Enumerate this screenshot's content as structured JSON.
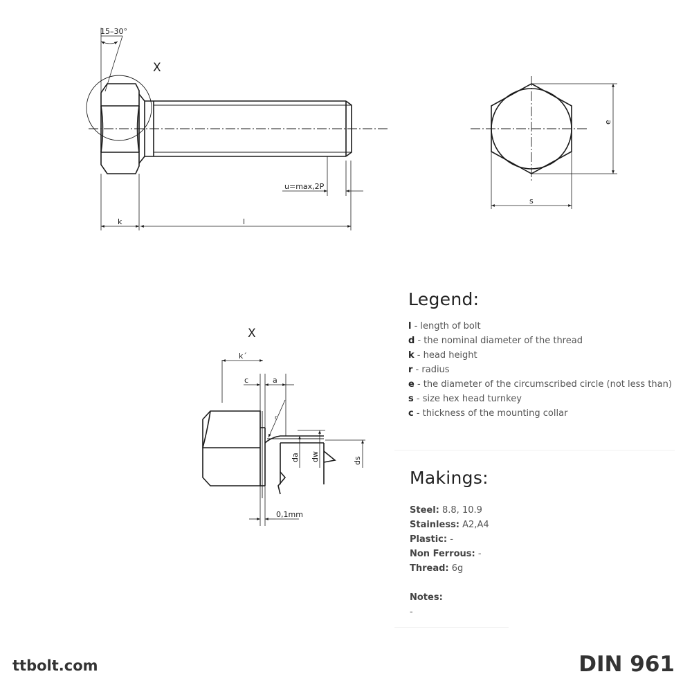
{
  "drawing": {
    "angle_label": "15–30°",
    "detail_marker": "X",
    "u_label": "u=max,2P",
    "k_label": "k",
    "l_label": "l",
    "s_label": "s",
    "e_label": "e",
    "detail_title": "X",
    "k_prime_label": "k´",
    "c_label": "c",
    "a_label": "a",
    "r_label": "r",
    "da_label": "da",
    "dw_label": "dw",
    "ds_label": "ds",
    "gap_label": "0,1mm"
  },
  "legend": {
    "title": "Legend:",
    "items": [
      {
        "key": "l",
        "text": " - length of bolt"
      },
      {
        "key": "d",
        "text": " - the nominal diameter of the thread"
      },
      {
        "key": "k",
        "text": " - head height"
      },
      {
        "key": "r",
        "text": " - radius"
      },
      {
        "key": "e",
        "text": " - the diameter of the circumscribed circle (not less than)"
      },
      {
        "key": "s",
        "text": " - size hex head turnkey"
      },
      {
        "key": "c",
        "text": " - thickness of the mounting collar"
      }
    ]
  },
  "makings": {
    "title": "Makings:",
    "items": [
      {
        "key": "Steel:",
        "value": " 8.8, 10.9"
      },
      {
        "key": "Stainless:",
        "value": " A2,A4"
      },
      {
        "key": "Plastic:",
        "value": " -"
      },
      {
        "key": "Non Ferrous:",
        "value": " -"
      },
      {
        "key": "Thread:",
        "value": " 6g"
      }
    ],
    "notes_label": "Notes:",
    "notes_value": "-"
  },
  "footer": {
    "site": "ttbolt.com",
    "standard": "DIN 961"
  }
}
